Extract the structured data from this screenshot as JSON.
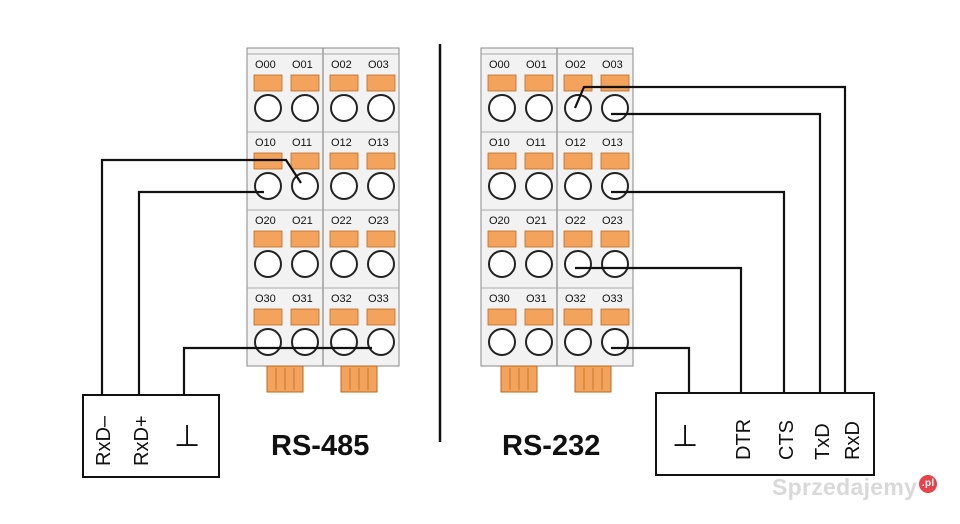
{
  "colors": {
    "orange": "#f4a35c",
    "line": "#111111",
    "module_bg": "#f2f2f2"
  },
  "modules": [
    {
      "title": "RS-485",
      "rows": [
        [
          "O00",
          "O01",
          "O02",
          "O03"
        ],
        [
          "O10",
          "O11",
          "O12",
          "O13"
        ],
        [
          "O20",
          "O21",
          "O22",
          "O23"
        ],
        [
          "O30",
          "O31",
          "O32",
          "O33"
        ]
      ],
      "connector_labels": [
        "RxD–",
        "RxD+",
        "⊥"
      ]
    },
    {
      "title": "RS-232",
      "rows": [
        [
          "O00",
          "O01",
          "O02",
          "O03"
        ],
        [
          "O10",
          "O11",
          "O12",
          "O13"
        ],
        [
          "O20",
          "O21",
          "O22",
          "O23"
        ],
        [
          "O30",
          "O31",
          "O32",
          "O33"
        ]
      ],
      "connector_labels": [
        "⊥",
        "DTR",
        "CTS",
        "TxD",
        "RxD"
      ]
    }
  ],
  "watermark": {
    "text": "Sprzedajemy",
    "badge": ".pl"
  }
}
